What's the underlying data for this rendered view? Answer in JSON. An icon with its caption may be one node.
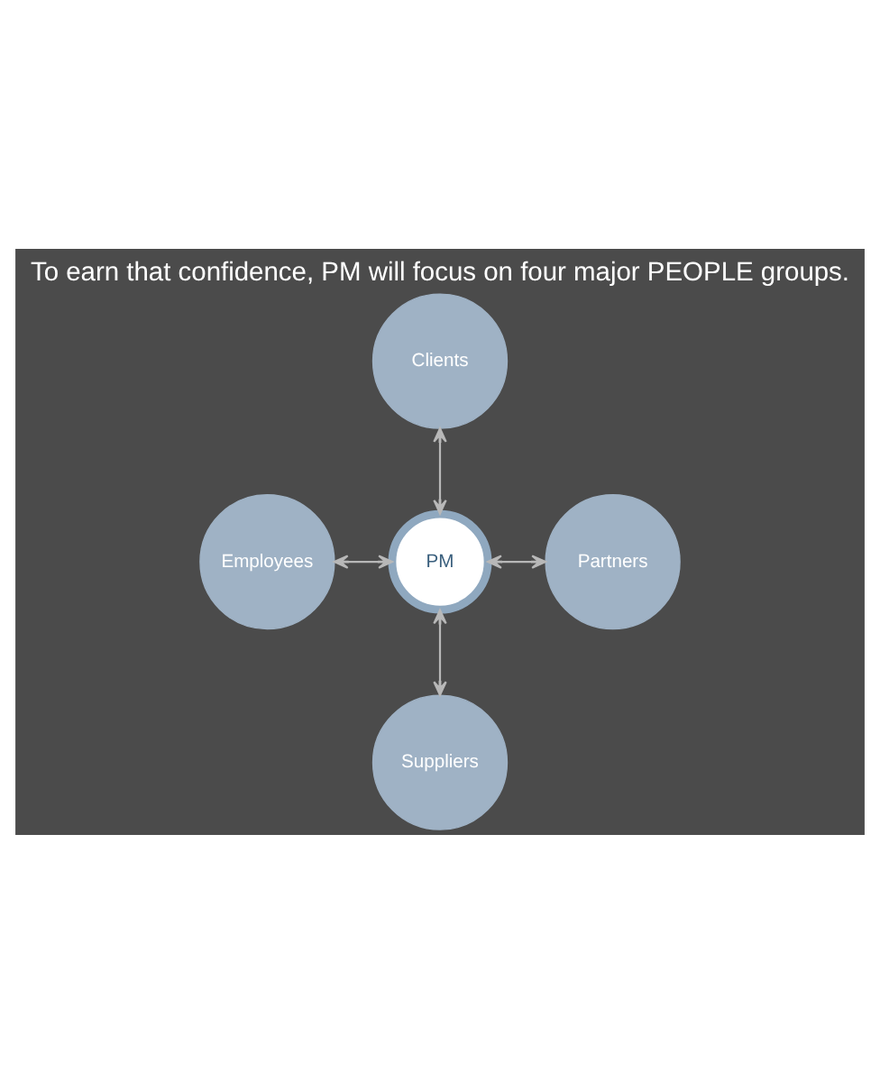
{
  "diagram": {
    "title": "To earn that confidence, PM will focus on four major PEOPLE groups.",
    "nodes": [
      {
        "text": [
          "Clients"
        ]
      },
      {
        "text": [
          "Employees"
        ]
      },
      {
        "text": [
          "PM"
        ]
      },
      {
        "text": [
          "Partners"
        ]
      },
      {
        "text": [
          "Suppliers"
        ]
      }
    ],
    "edges": [
      {
        "from": 0,
        "to": 2,
        "arrow": "both"
      },
      {
        "from": 1,
        "to": 2,
        "arrow": "both"
      },
      {
        "from": 2,
        "to": 3,
        "arrow": "both"
      },
      {
        "from": 2,
        "to": 4,
        "arrow": "both"
      }
    ]
  }
}
